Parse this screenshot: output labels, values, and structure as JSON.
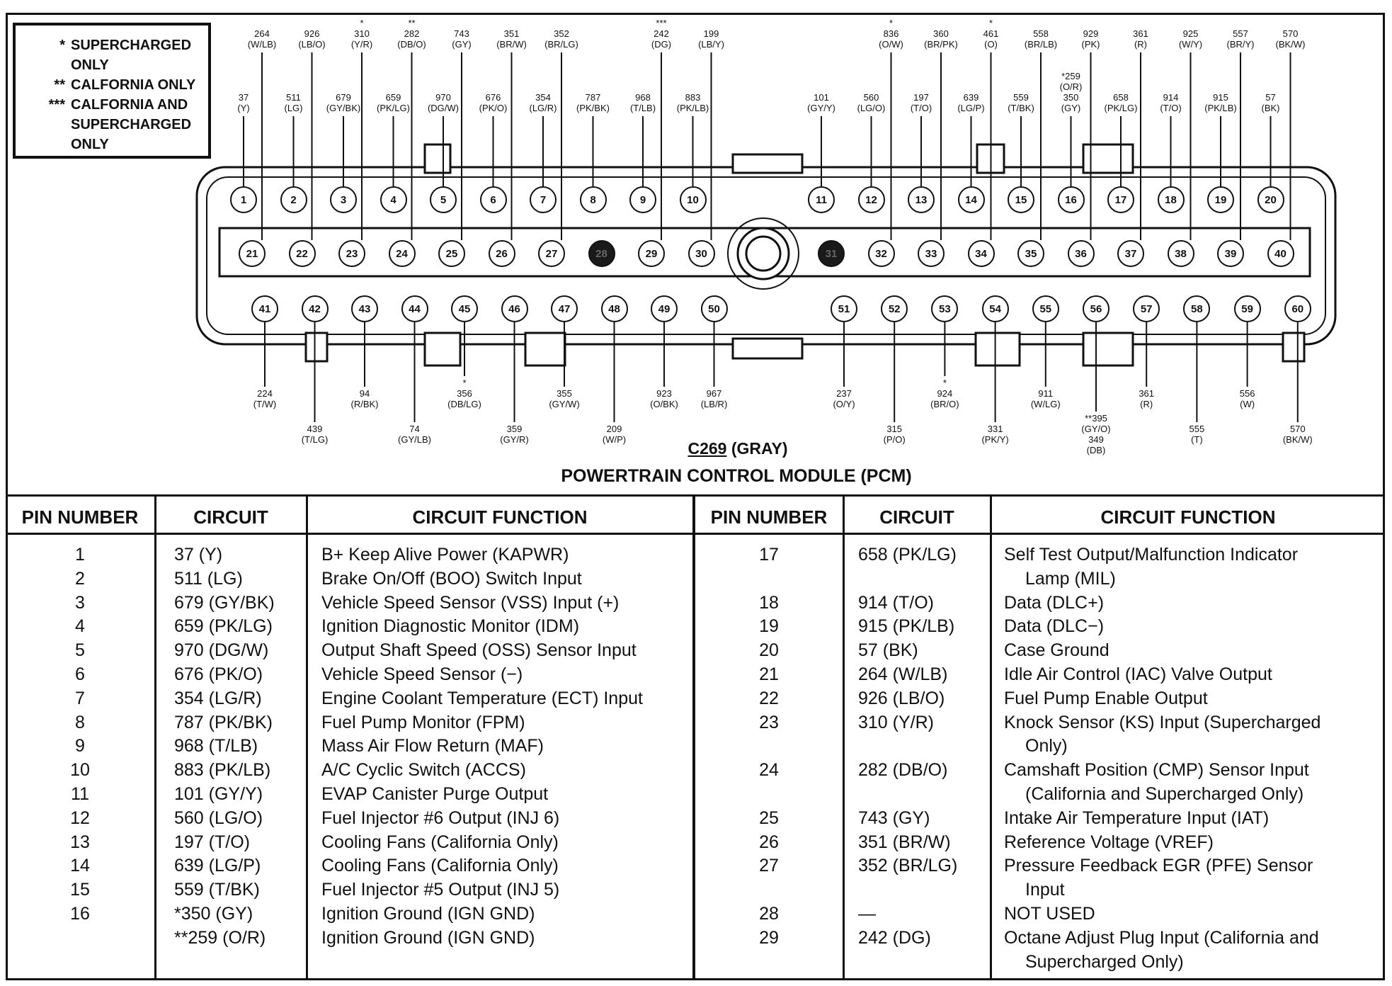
{
  "legend": [
    {
      "mark": "*",
      "text": "SUPERCHARGED ONLY"
    },
    {
      "mark": "**",
      "text": "CALFORNIA ONLY"
    },
    {
      "mark": "***",
      "text": "CALFORNIA AND SUPERCHARGED ONLY"
    }
  ],
  "connector": {
    "name": "C269",
    "color_label": "(GRAY)",
    "module": "POWERTRAIN CONTROL MODULE (PCM)"
  },
  "pins_top": [
    "1",
    "2",
    "3",
    "4",
    "5",
    "6",
    "7",
    "8",
    "9",
    "10",
    "11",
    "12",
    "13",
    "14",
    "15",
    "16",
    "17",
    "18",
    "19",
    "20"
  ],
  "pins_mid": [
    "21",
    "22",
    "23",
    "24",
    "25",
    "26",
    "27",
    "28",
    "29",
    "30",
    "31",
    "32",
    "33",
    "34",
    "35",
    "36",
    "37",
    "38",
    "39",
    "40"
  ],
  "pins_bot": [
    "41",
    "42",
    "43",
    "44",
    "45",
    "46",
    "47",
    "48",
    "49",
    "50",
    "51",
    "52",
    "53",
    "54",
    "55",
    "56",
    "57",
    "58",
    "59",
    "60"
  ],
  "callouts_top": [
    {
      "mark": "",
      "num": "37",
      "color": "(Y)"
    },
    {
      "mark": "",
      "num": "264",
      "color": "(W/LB)"
    },
    {
      "mark": "",
      "num": "511",
      "color": "(LG)"
    },
    {
      "mark": "",
      "num": "926",
      "color": "(LB/O)"
    },
    {
      "mark": "",
      "num": "679",
      "color": "(GY/BK)"
    },
    {
      "mark": "*",
      "num": "310",
      "color": "(Y/R)"
    },
    {
      "mark": "",
      "num": "659",
      "color": "(PK/LG)"
    },
    {
      "mark": "**",
      "num": "282",
      "color": "(DB/O)"
    },
    {
      "mark": "",
      "num": "970",
      "color": "(DG/W)"
    },
    {
      "mark": "",
      "num": "743",
      "color": "(GY)"
    },
    {
      "mark": "",
      "num": "676",
      "color": "(PK/O)"
    },
    {
      "mark": "",
      "num": "351",
      "color": "(BR/W)"
    },
    {
      "mark": "",
      "num": "354",
      "color": "(LG/R)"
    },
    {
      "mark": "",
      "num": "352",
      "color": "(BR/LG)"
    },
    {
      "mark": "",
      "num": "787",
      "color": "(PK/BK)"
    },
    {
      "mark": "",
      "num": "968",
      "color": "(T/LB)"
    },
    {
      "mark": "***",
      "num": "242",
      "color": "(DG)"
    },
    {
      "mark": "",
      "num": "883",
      "color": "(PK/LB)"
    },
    {
      "mark": "",
      "num": "199",
      "color": "(LB/Y)"
    },
    {
      "mark": "",
      "num": "101",
      "color": "(GY/Y)"
    },
    {
      "mark": "",
      "num": "560",
      "color": "(LG/O)"
    },
    {
      "mark": "*",
      "num": "836",
      "color": "(O/W)"
    },
    {
      "mark": "",
      "num": "197",
      "color": "(T/O)"
    },
    {
      "mark": "",
      "num": "360",
      "color": "(BR/PK)"
    },
    {
      "mark": "",
      "num": "639",
      "color": "(LG/P)"
    },
    {
      "mark": "*",
      "num": "461",
      "color": "(O)"
    },
    {
      "mark": "",
      "num": "559",
      "color": "(T/BK)"
    },
    {
      "mark": "",
      "num": "558",
      "color": "(BR/LB)"
    },
    {
      "mark": "*259",
      "num": "350",
      "color": "(GY)",
      "extra": "(O/R)"
    },
    {
      "mark": "",
      "num": "929",
      "color": "(PK)"
    },
    {
      "mark": "",
      "num": "658",
      "color": "(PK/LG)"
    },
    {
      "mark": "",
      "num": "361",
      "color": "(R)"
    },
    {
      "mark": "",
      "num": "914",
      "color": "(T/O)"
    },
    {
      "mark": "",
      "num": "925",
      "color": "(W/Y)"
    },
    {
      "mark": "",
      "num": "915",
      "color": "(PK/LB)"
    },
    {
      "mark": "",
      "num": "557",
      "color": "(BR/Y)"
    },
    {
      "mark": "",
      "num": "57",
      "color": "(BK)"
    },
    {
      "mark": "",
      "num": "570",
      "color": "(BK/W)"
    }
  ],
  "callouts_bottom": [
    {
      "mark": "",
      "num": "224",
      "color": "(T/W)"
    },
    {
      "mark": "",
      "num": "439",
      "color": "(T/LG)"
    },
    {
      "mark": "",
      "num": "94",
      "color": "(R/BK)"
    },
    {
      "mark": "",
      "num": "74",
      "color": "(GY/LB)"
    },
    {
      "mark": "*",
      "num": "356",
      "color": "(DB/LG)"
    },
    {
      "mark": "",
      "num": "359",
      "color": "(GY/R)"
    },
    {
      "mark": "",
      "num": "355",
      "color": "(GY/W)"
    },
    {
      "mark": "",
      "num": "209",
      "color": "(W/P)"
    },
    {
      "mark": "",
      "num": "923",
      "color": "(O/BK)"
    },
    {
      "mark": "",
      "num": "967",
      "color": "(LB/R)"
    },
    {
      "mark": "",
      "num": "237",
      "color": "(O/Y)"
    },
    {
      "mark": "",
      "num": "315",
      "color": "(P/O)"
    },
    {
      "mark": "*",
      "num": "924",
      "color": "(BR/O)"
    },
    {
      "mark": "",
      "num": "331",
      "color": "(PK/Y)"
    },
    {
      "mark": "",
      "num": "911",
      "color": "(W/LG)"
    },
    {
      "mark": "**395",
      "num": "",
      "color": "(GY/O)",
      "extra": "349",
      "extra2": "(DB)"
    },
    {
      "mark": "",
      "num": "361",
      "color": "(R)"
    },
    {
      "mark": "",
      "num": "555",
      "color": "(T)"
    },
    {
      "mark": "",
      "num": "556",
      "color": "(W)"
    },
    {
      "mark": "",
      "num": "570",
      "color": "(BK/W)"
    }
  ],
  "table": {
    "headers": [
      "PIN NUMBER",
      "CIRCUIT",
      "CIRCUIT FUNCTION",
      "PIN NUMBER",
      "CIRCUIT",
      "CIRCUIT FUNCTION"
    ],
    "left": [
      {
        "pin": "1",
        "circuit": "37 (Y)",
        "func": "B+ Keep Alive Power (KAPWR)"
      },
      {
        "pin": "2",
        "circuit": "511 (LG)",
        "func": "Brake On/Off (BOO)  Switch Input"
      },
      {
        "pin": "3",
        "circuit": "679 (GY/BK)",
        "func": "Vehicle Speed Sensor (VSS) Input (+)"
      },
      {
        "pin": "4",
        "circuit": "659 (PK/LG)",
        "func": "Ignition Diagnostic Monitor (IDM)"
      },
      {
        "pin": "5",
        "circuit": "970 (DG/W)",
        "func": "Output Shaft Speed (OSS) Sensor Input"
      },
      {
        "pin": "6",
        "circuit": "676 (PK/O)",
        "func": "Vehicle Speed Sensor (−)"
      },
      {
        "pin": "7",
        "circuit": "354 (LG/R)",
        "func": "Engine Coolant Temperature (ECT) Input"
      },
      {
        "pin": "8",
        "circuit": "787 (PK/BK)",
        "func": "Fuel Pump Monitor (FPM)"
      },
      {
        "pin": "9",
        "circuit": "968 (T/LB)",
        "func": "Mass Air Flow Return (MAF)"
      },
      {
        "pin": "10",
        "circuit": "883 (PK/LB)",
        "func": "A/C Cyclic Switch (ACCS)"
      },
      {
        "pin": "11",
        "circuit": "101 (GY/Y)",
        "func": "EVAP Canister Purge Output"
      },
      {
        "pin": "12",
        "circuit": "560 (LG/O)",
        "func": "Fuel Injector #6 Output (INJ 6)"
      },
      {
        "pin": "13",
        "circuit": "197 (T/O)",
        "func": "Cooling Fans (California Only)"
      },
      {
        "pin": "14",
        "circuit": "639 (LG/P)",
        "func": "Cooling Fans (California Only)"
      },
      {
        "pin": "15",
        "circuit": "559 (T/BK)",
        "func": "Fuel Injector #5 Output (INJ 5)"
      },
      {
        "pin": "16",
        "circuit": "*350 (GY)",
        "func": "Ignition Ground (IGN GND)"
      },
      {
        "pin": "",
        "circuit": "**259 (O/R)",
        "func": "Ignition Ground (IGN GND)"
      }
    ],
    "right": [
      {
        "pin": "17",
        "circuit": "658 (PK/LG)",
        "func": "Self Test Output/Malfunction Indicator",
        "func2": "Lamp (MIL)"
      },
      {
        "pin": "18",
        "circuit": "914 (T/O)",
        "func": "Data (DLC+)"
      },
      {
        "pin": "19",
        "circuit": "915 (PK/LB)",
        "func": "Data (DLC−)"
      },
      {
        "pin": "20",
        "circuit": "57 (BK)",
        "func": "Case Ground"
      },
      {
        "pin": "21",
        "circuit": "264 (W/LB)",
        "func": "Idle Air Control (IAC) Valve Output"
      },
      {
        "pin": "22",
        "circuit": "926 (LB/O)",
        "func": "Fuel Pump Enable Output"
      },
      {
        "pin": "23",
        "circuit": "310 (Y/R)",
        "func": "Knock Sensor (KS) Input (Supercharged",
        "func2": "Only)"
      },
      {
        "pin": "24",
        "circuit": "282 (DB/O)",
        "func": "Camshaft Position (CMP) Sensor Input",
        "func2": "(California and Supercharged Only)"
      },
      {
        "pin": "25",
        "circuit": "743 (GY)",
        "func": "Intake Air Temperature Input (IAT)"
      },
      {
        "pin": "26",
        "circuit": "351 (BR/W)",
        "func": "Reference Voltage (VREF)"
      },
      {
        "pin": "27",
        "circuit": "352 (BR/LG)",
        "func": "Pressure Feedback EGR (PFE) Sensor",
        "func2": "Input"
      },
      {
        "pin": "28",
        "circuit": "—",
        "func": "NOT USED"
      },
      {
        "pin": "29",
        "circuit": "242 (DG)",
        "func": "Octane Adjust Plug Input (California and",
        "func2": "Supercharged Only)"
      }
    ]
  }
}
